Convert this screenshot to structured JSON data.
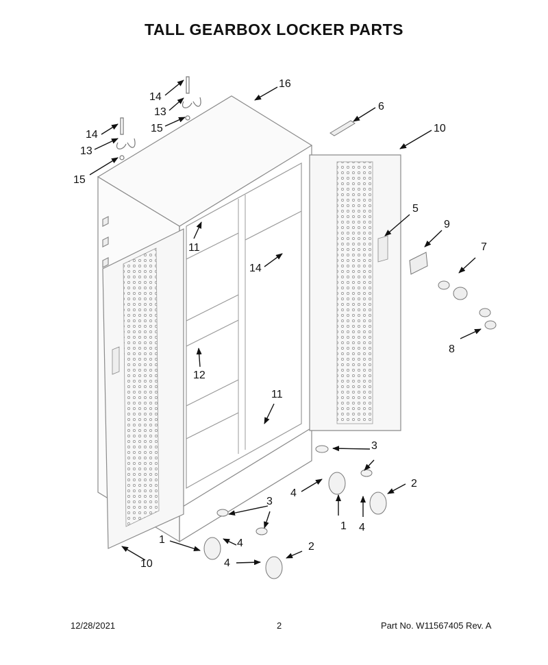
{
  "title": "TALL GEARBOX LOCKER PARTS",
  "footer": {
    "date": "12/28/2021",
    "page": "2",
    "part": "Part No.  W11567405  Rev.  A"
  },
  "callouts": {
    "c1a": "1",
    "c1b": "1",
    "c2a": "2",
    "c2b": "2",
    "c3a": "3",
    "c3b": "3",
    "c4a": "4",
    "c4b": "4",
    "c4c": "4",
    "c4d": "4",
    "c5": "5",
    "c6": "6",
    "c7": "7",
    "c8": "8",
    "c9": "9",
    "c10a": "10",
    "c10b": "10",
    "c11a": "11",
    "c11b": "11",
    "c12": "12",
    "c13a": "13",
    "c13b": "13",
    "c14a": "14",
    "c14b": "14",
    "c14c": "14",
    "c15a": "15",
    "c15b": "15",
    "c16": "16"
  }
}
